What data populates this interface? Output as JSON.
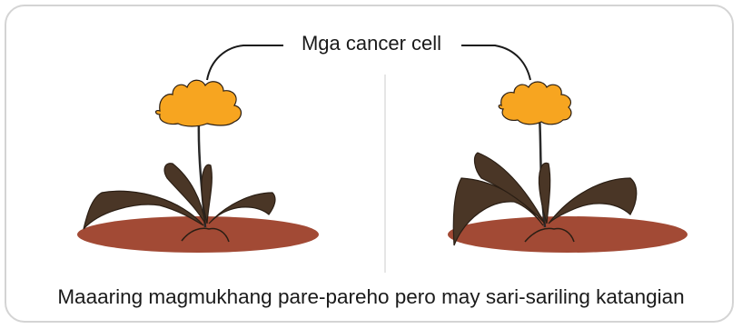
{
  "label": "Mga cancer cell",
  "caption": "Maaaring magmukhang pare-pareho pero may sari-sariling katangian",
  "colors": {
    "frame": "#d4d4d4",
    "soil": "#a24a35",
    "leaf": "#4a3626",
    "flower": "#f7a520",
    "line": "#1a1a1a",
    "divider": "#e6e6e6"
  },
  "panels": [
    {
      "name": "left-plant"
    },
    {
      "name": "right-plant"
    }
  ]
}
